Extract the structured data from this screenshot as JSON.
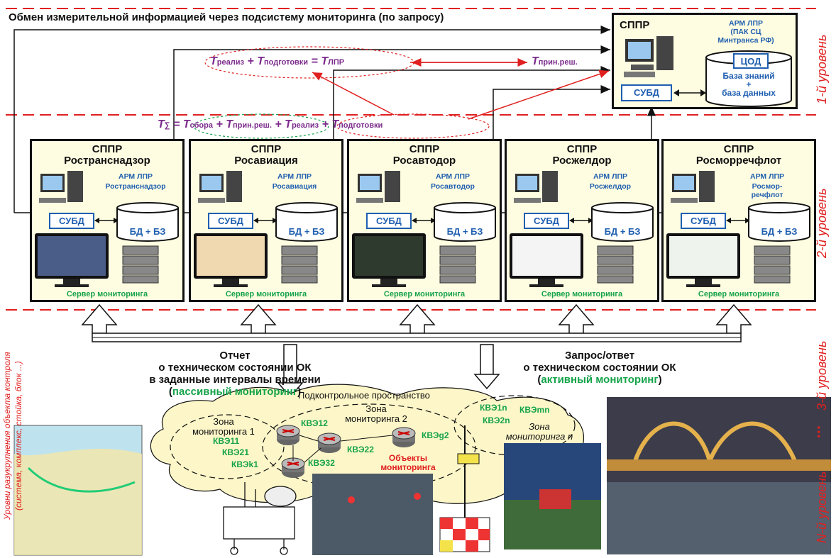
{
  "header": {
    "exchange_title": "Обмен измерительной информацией через подсистему мониторинга (по запросу)"
  },
  "levels": {
    "level1": "1-й уровень",
    "level2": "2-й уровень",
    "level3": "3-й уровень",
    "levelN": "N-й уровень",
    "dots": "...",
    "decomposition_line1": "Уровни разукрупнения объекта контроля",
    "decomposition_line2": "(система, комплекс, стойка, блок ...)"
  },
  "formulas": {
    "top_t1_sub": "реализ",
    "top_plus1": "+",
    "top_t2_sub": "подготовки",
    "top_eq": "=",
    "top_t3_sub": "ЛПР",
    "top_t4_sub": "прин.реш.",
    "sum_t_sub": "∑",
    "sum_eq": "=",
    "sum_a_sub": "сбора",
    "sum_plus1": "+",
    "sum_b_sub": "прин.реш.",
    "sum_plus2": "+",
    "sum_c_sub": "реализ",
    "sum_plus3": "+",
    "sum_d_sub": "подготовки",
    "T": "T"
  },
  "sppr_top": {
    "title": "СППР",
    "arm": "АРМ ЛПР\n(ПАК СЦ\nМинтранса РФ)",
    "cod": "ЦОД",
    "db": "База знаний\n+\nбаза данных",
    "subd": "СУБД"
  },
  "agencies": [
    {
      "title1": "СППР",
      "title2": "Ространснадзор",
      "arm1": "АРМ ЛПР",
      "arm2": "Ространснадзор",
      "subd": "СУБД",
      "db": "БД + БЗ",
      "server": "Сервер мониторинга"
    },
    {
      "title1": "СППР",
      "title2": "Росавиация",
      "arm1": "АРМ ЛПР",
      "arm2": "Росавиация",
      "subd": "СУБД",
      "db": "БД + БЗ",
      "server": "Сервер мониторинга"
    },
    {
      "title1": "СППР",
      "title2": "Росавтодор",
      "arm1": "АРМ ЛПР",
      "arm2": "Росавтодор",
      "subd": "СУБД",
      "db": "БД + БЗ",
      "server": "Сервер мониторинга"
    },
    {
      "title1": "СППР",
      "title2": "Росжелдор",
      "arm1": "АРМ ЛПР",
      "arm2": "Росжелдор",
      "subd": "СУБД",
      "db": "БД + БЗ",
      "server": "Сервер мониторинга"
    },
    {
      "title1": "СППР",
      "title2": "Росморречфлот",
      "arm1": "АРМ ЛПР",
      "arm2": "Росмор-\nречфлот",
      "subd": "СУБД",
      "db": "БД + БЗ",
      "server": "Сервер мониторинга"
    }
  ],
  "passive": {
    "line1": "Отчет",
    "line2": "о техническом состоянии ОК",
    "line3": "в заданные интервалы времени",
    "open": "(",
    "highlight": "пассивный мониторинг",
    "close": ")"
  },
  "active": {
    "line1": "Запрос/ответ",
    "line2": "о техническом состоянии ОК",
    "open": "(",
    "highlight": "активный мониторинг",
    "close": ")"
  },
  "controlled_space": "Подконтрольное пространство",
  "zones": {
    "zone1_l1": "Зона",
    "zone1_l2": "мониторинга 1",
    "zone2_l1": "Зона",
    "zone2_l2": "мониторинга 2",
    "zonen_l1": "Зона",
    "zonen_l2": "мониторинга n",
    "objects_l1": "Объекты",
    "objects_l2": "мониторинга"
  },
  "kve": {
    "k11": "КВЭ11",
    "k21": "КВЭ21",
    "kk1": "КВЭk1",
    "k12": "КВЭ12",
    "k22": "КВЭ22",
    "k32": "КВЭ32",
    "kg2": "КВЭg2",
    "k1n": "КВЭ1n",
    "k2n": "КВЭ2n",
    "kmn": "КВЭmn"
  },
  "colors": {
    "box_fill": "#fffde1",
    "blue": "#1f5fb0",
    "green": "#15a34a",
    "purple": "#7b2a8b",
    "red": "#e02020"
  }
}
